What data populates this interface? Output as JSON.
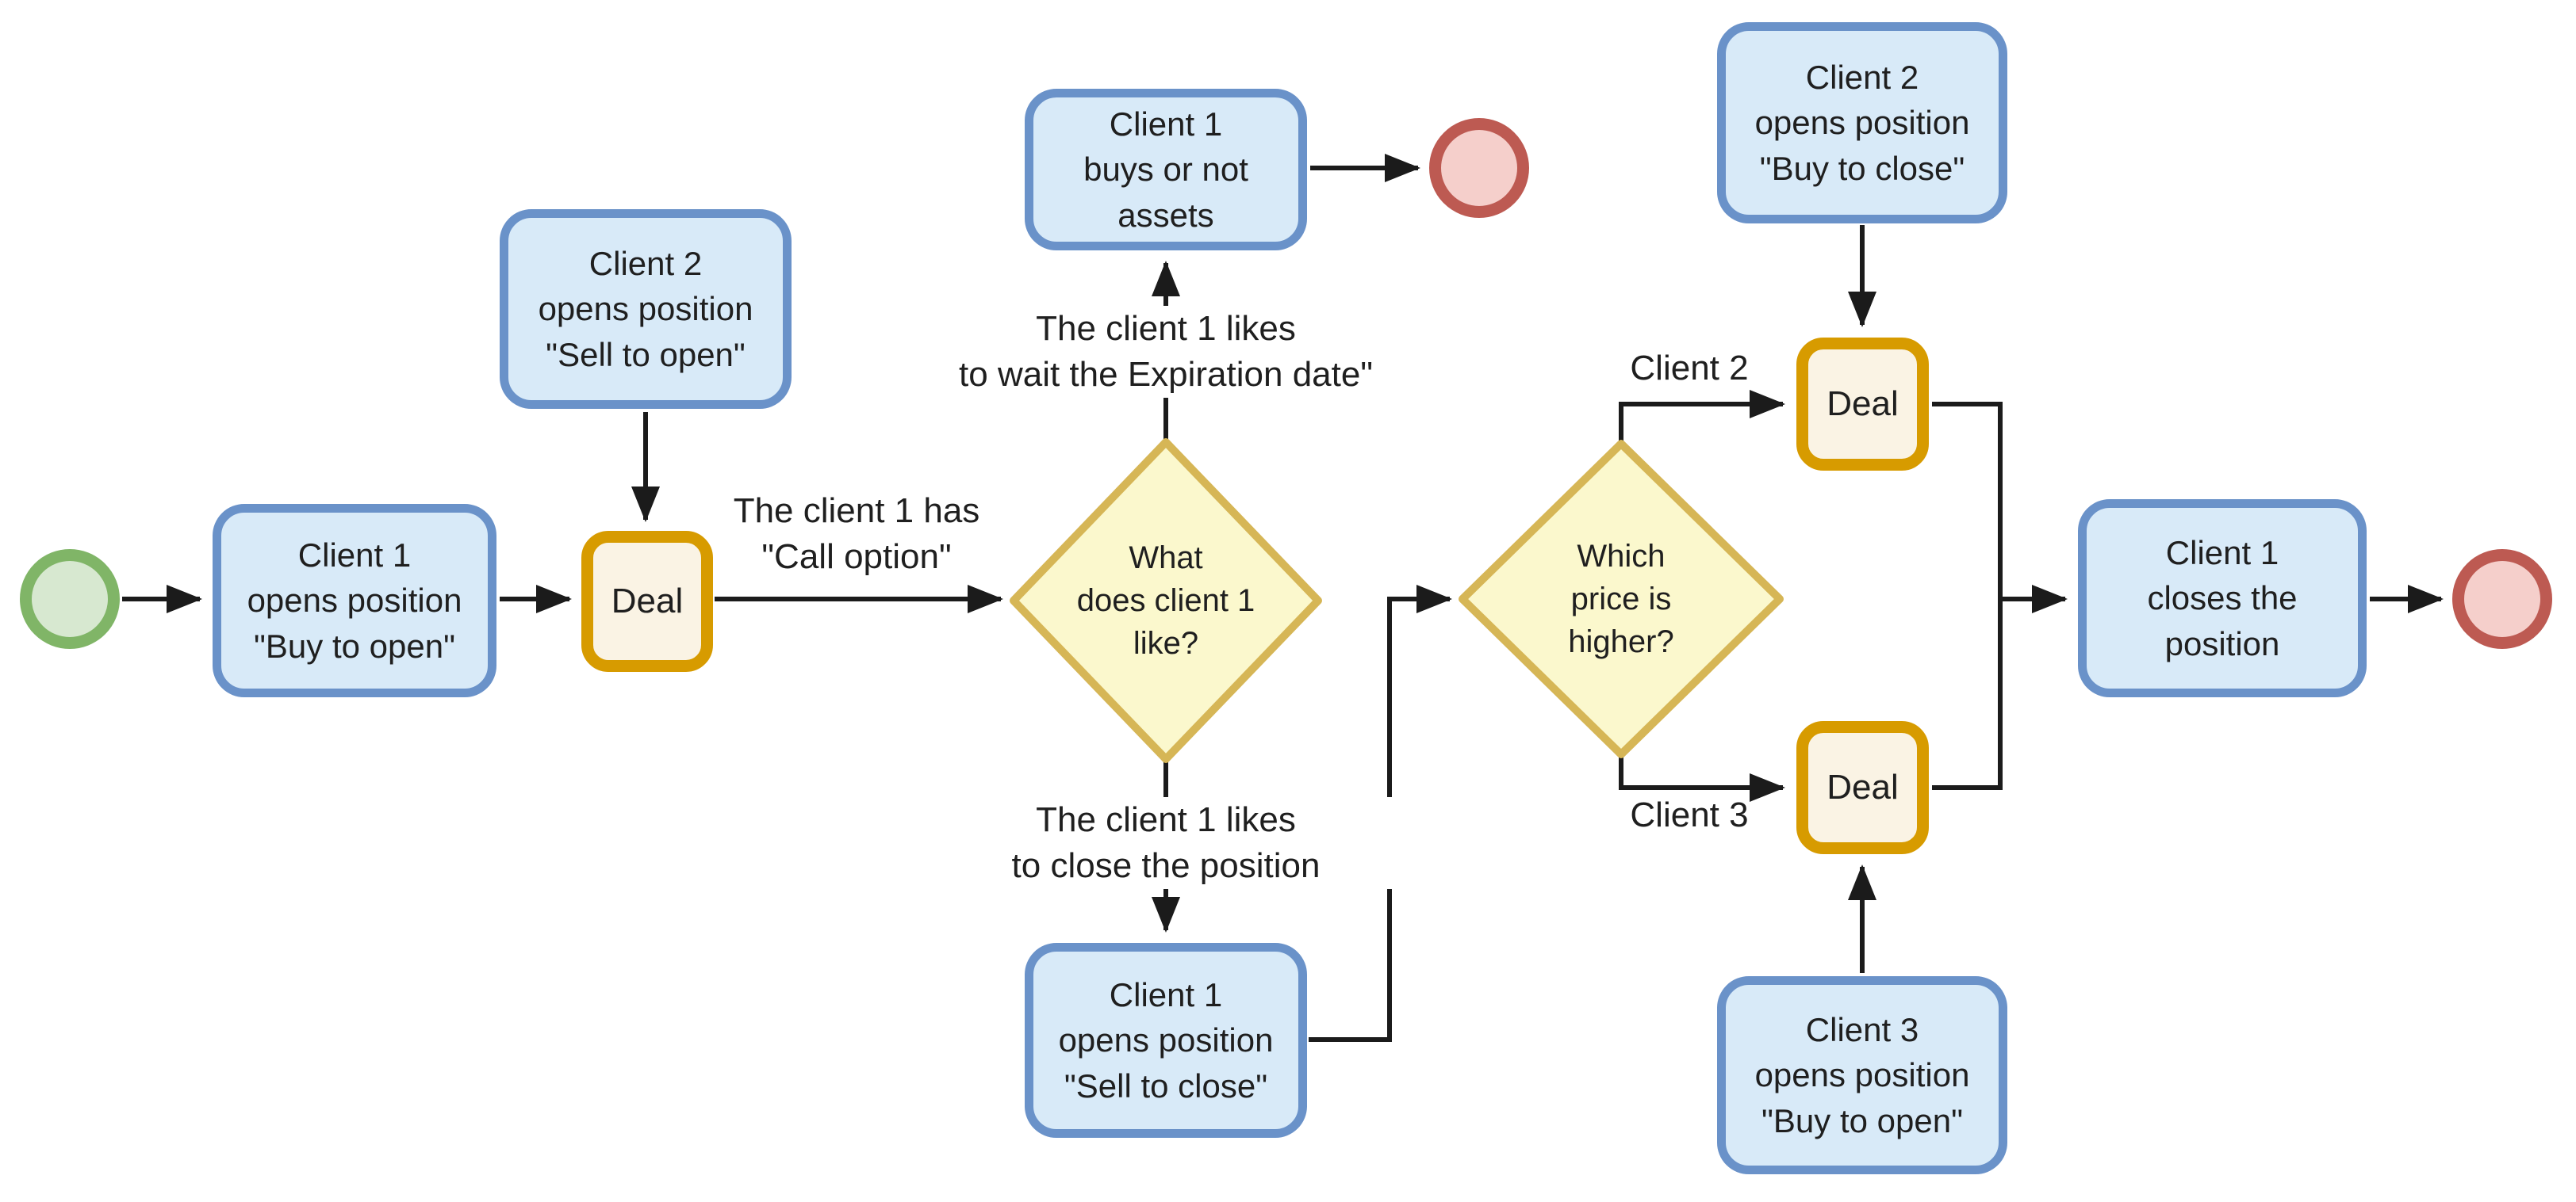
{
  "colors": {
    "canvas_bg": "#ffffff",
    "line": "#1b1b1b",
    "text": "#1f1f1f",
    "blue_fill": "#d8eaf8",
    "blue_stroke": "#6a92c9",
    "orange_fill": "#faf3e4",
    "orange_stroke": "#d79b00",
    "yellow_fill": "#fbf8cd",
    "yellow_stroke": "#d6b656",
    "green_fill": "#d7e8d0",
    "green_stroke": "#80b567",
    "red_fill": "#f5cfcb",
    "red_stroke": "#bd5a52"
  },
  "nodes": {
    "client1_buy_open": {
      "text": "Client 1\nopens position\n\"Buy to open\""
    },
    "client2_sell_open": {
      "text": "Client 2\nopens position\n\"Sell to open\""
    },
    "deal_1": {
      "text": "Deal"
    },
    "decision_client1_like": {
      "text": "What\ndoes client 1\nlike?"
    },
    "client1_buys_or_not": {
      "text": "Client 1\nbuys or not\nassets"
    },
    "client1_sell_close": {
      "text": "Client 1\nopens position\n\"Sell to close\""
    },
    "decision_price_higher": {
      "text": "Which\nprice is\nhigher?"
    },
    "client2_buy_close": {
      "text": "Client 2\nopens position\n\"Buy to close\""
    },
    "deal_2": {
      "text": "Deal"
    },
    "deal_3": {
      "text": "Deal"
    },
    "client3_buy_open": {
      "text": "Client 3\nopens position\n\"Buy to open\""
    },
    "client1_closes": {
      "text": "Client 1\ncloses the\nposition"
    }
  },
  "edge_labels": {
    "call_option": "The client 1 has\n\"Call option\"",
    "wait_expiration": "The client 1 likes\nto wait the Expiration date\"",
    "close_position": "The client 1 likes\nto close the position",
    "client2": "Client 2",
    "client3": "Client 3"
  }
}
